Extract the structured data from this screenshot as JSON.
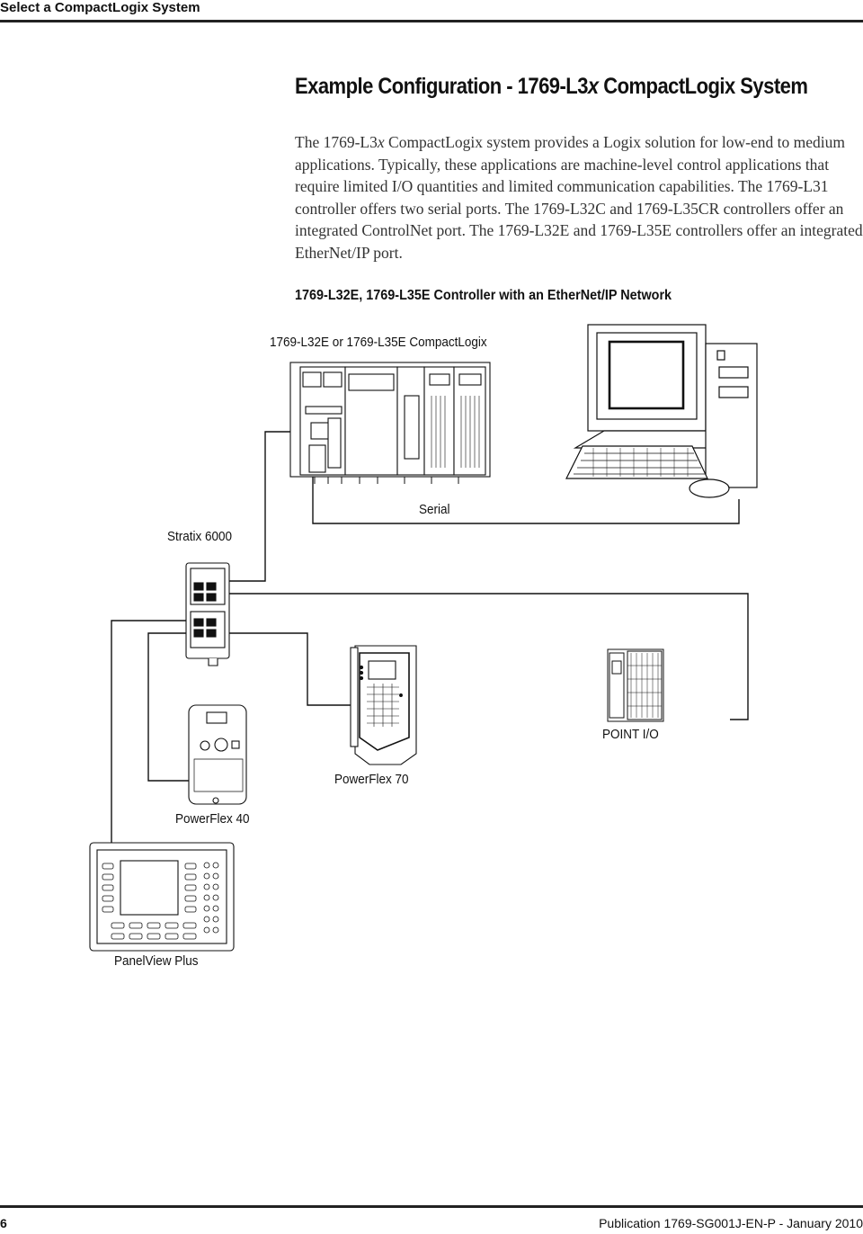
{
  "header": {
    "section": "Select a CompactLogix System"
  },
  "title": {
    "prefix": "Example Configuration - 1769-L3",
    "x": "x",
    "suffix": " CompactLogix System"
  },
  "intro": {
    "p1a": "The 1769-L3",
    "p1x": "x",
    "p1b": " CompactLogix system provides a Logix solution for low-end to medium applications. Typically, these applications are machine-level control applications that require limited I/O quantities and limited communication capabilities. The 1769-L31 controller offers two serial ports. The 1769-L32C and 1769-L35CR controllers offer an integrated ControlNet port. The 1769-L32E and 1769-L35E controllers offer an integrated EtherNet/IP port."
  },
  "figure": {
    "caption": "1769-L32E, 1769-L35E Controller with an EtherNet/IP Network",
    "labels": {
      "controller": "1769-L32E or 1769-L35E CompactLogix",
      "serial": "Serial",
      "switch": "Stratix 6000",
      "point_io": "POINT I/O",
      "pf70": "PowerFlex 70",
      "pf40": "PowerFlex 40",
      "panelview": "PanelView Plus"
    }
  },
  "footer": {
    "page": "6",
    "publication": "Publication 1769-SG001J-EN-P - January 2010"
  }
}
